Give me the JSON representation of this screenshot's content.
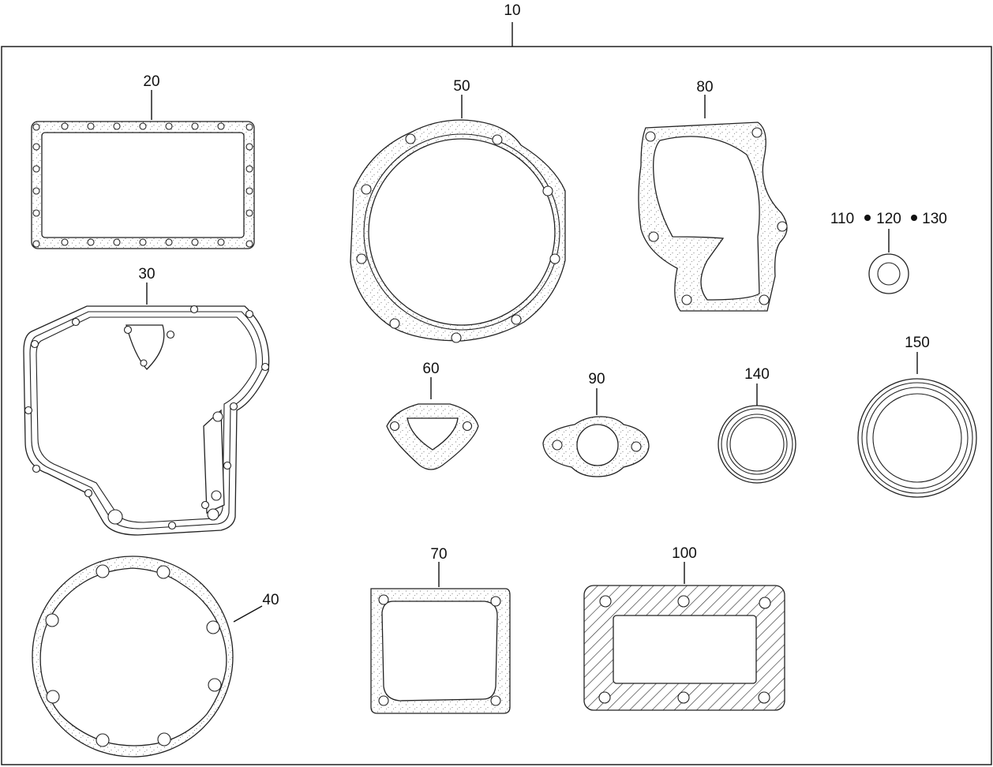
{
  "diagram": {
    "kit_label": "10",
    "part_labels": {
      "p20": "20",
      "p30": "30",
      "p40": "40",
      "p50": "50",
      "p60": "60",
      "p70": "70",
      "p80": "80",
      "p90": "90",
      "p100": "100",
      "p110": "110",
      "p120": "120",
      "p130": "130",
      "p140": "140",
      "p150": "150"
    }
  }
}
